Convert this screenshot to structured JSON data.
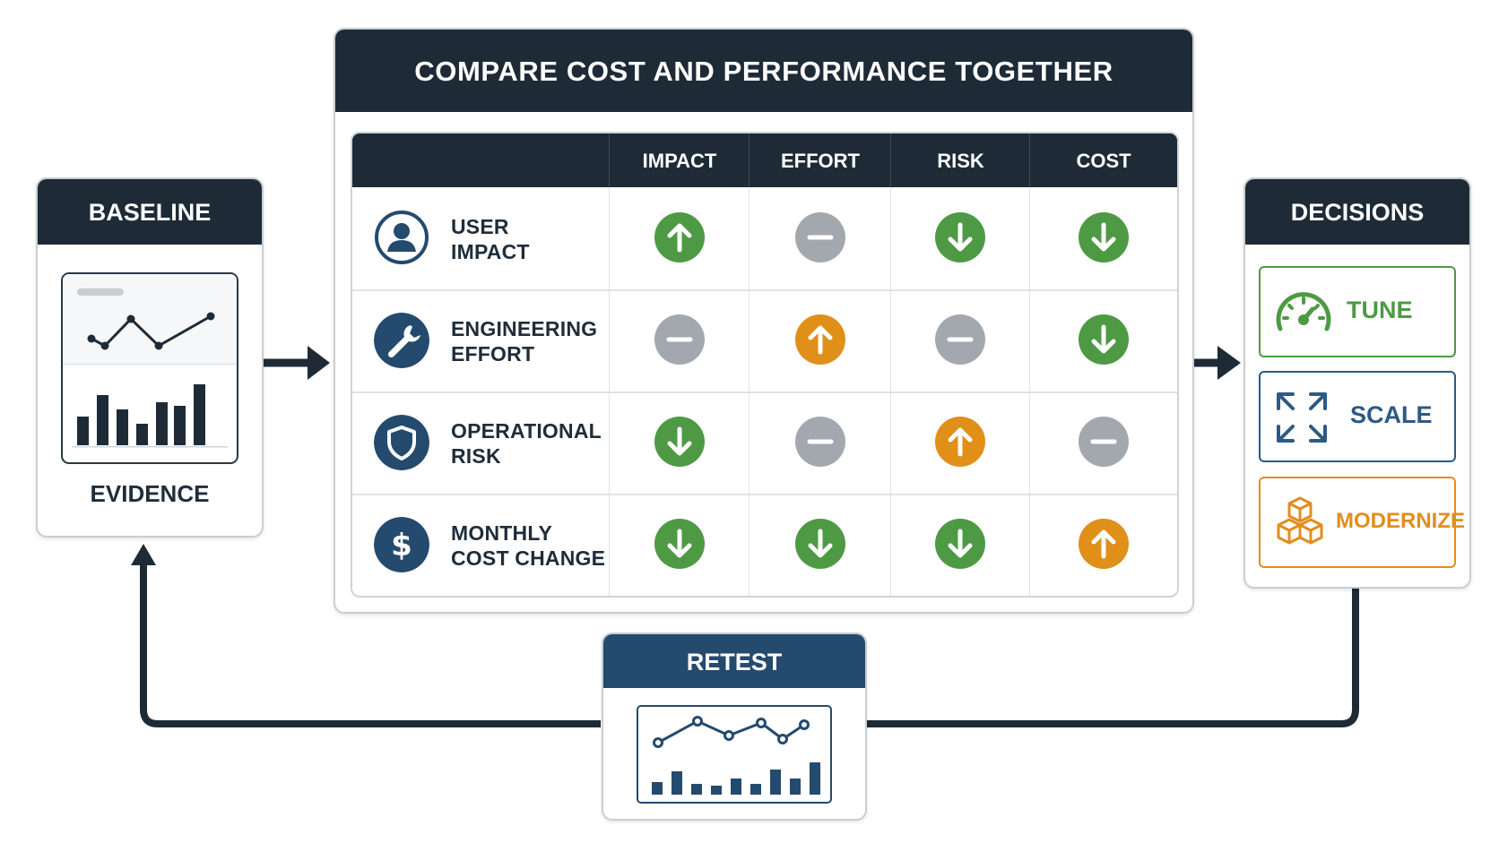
{
  "title": "COMPARE COST AND PERFORMANCE TOGETHER",
  "baseline": {
    "header": "BASELINE",
    "footer": "EVIDENCE"
  },
  "decisions": {
    "header": "DECISIONS",
    "options": [
      {
        "label": "TUNE",
        "icon": "speedometer-icon",
        "color": "#4e9a44"
      },
      {
        "label": "SCALE",
        "icon": "expand-arrows-icon",
        "color": "#2c5a84"
      },
      {
        "label": "MODERNIZE",
        "icon": "cubes-icon",
        "color": "#e18e1d"
      }
    ]
  },
  "retest": {
    "header": "RETEST"
  },
  "matrix": {
    "columns": [
      "IMPACT",
      "EFFORT",
      "RISK",
      "COST"
    ],
    "rows": [
      {
        "label_line1": "USER",
        "label_line2": "IMPACT",
        "icon": "user-icon",
        "values": [
          "up-green",
          "neutral-gray",
          "down-green",
          "down-green"
        ]
      },
      {
        "label_line1": "ENGINEERING",
        "label_line2": "EFFORT",
        "icon": "wrench-icon",
        "values": [
          "neutral-gray",
          "up-orange",
          "neutral-gray",
          "down-green"
        ]
      },
      {
        "label_line1": "OPERATIONAL",
        "label_line2": "RISK",
        "icon": "shield-icon",
        "values": [
          "down-green",
          "neutral-gray",
          "up-orange",
          "neutral-gray"
        ]
      },
      {
        "label_line1": "MONTHLY",
        "label_line2": "COST CHANGE",
        "icon": "dollar-icon",
        "values": [
          "down-green",
          "down-green",
          "down-green",
          "up-orange"
        ]
      }
    ]
  },
  "colors": {
    "green": "#4e9a44",
    "orange": "#e08f19",
    "gray": "#a3a8ae",
    "navy": "#1e2b36",
    "blue": "#244a6e"
  }
}
